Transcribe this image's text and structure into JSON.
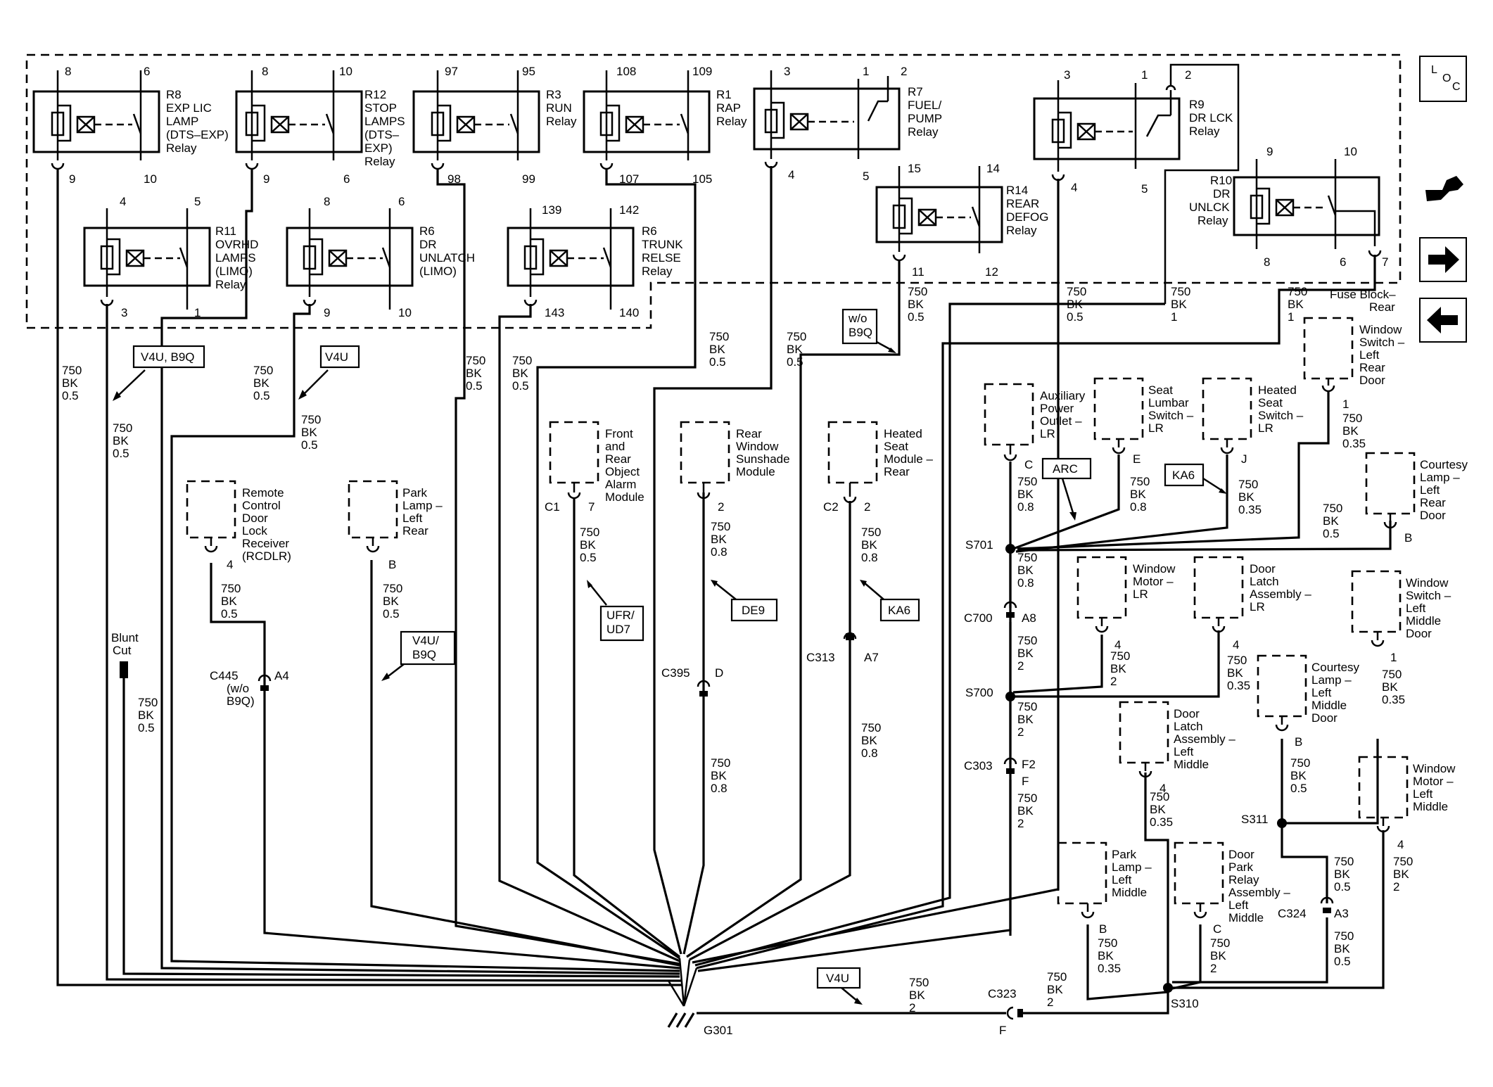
{
  "fuse_block": {
    "label_line1": "Fuse Block–",
    "label_line2": "Rear"
  },
  "ground": "G301",
  "wire_spec": {
    "gauge": "750",
    "color": "BK",
    "sizes": {
      "s035": "0.35",
      "s05": "0.5",
      "s08": "0.8",
      "s1": "1",
      "s2": "2"
    }
  },
  "relays": [
    {
      "id": "r8",
      "name": [
        "R8",
        "EXP LIC",
        "LAMP",
        "(DTS–EXP)",
        "Relay"
      ],
      "pins": [
        "8",
        "6",
        "9",
        "10"
      ]
    },
    {
      "id": "r12",
      "name": [
        "R12",
        "STOP",
        "LAMPS",
        "(DTS–",
        "EXP)",
        "Relay"
      ],
      "pins": [
        "8",
        "10",
        "9",
        "6"
      ]
    },
    {
      "id": "r3",
      "name": [
        "R3",
        "RUN",
        "Relay"
      ],
      "pins": [
        "97",
        "95",
        "98",
        "99"
      ]
    },
    {
      "id": "r1",
      "name": [
        "R1",
        "RAP",
        "Relay"
      ],
      "pins": [
        "108",
        "109",
        "107",
        "105"
      ]
    },
    {
      "id": "r7",
      "name": [
        "R7",
        "FUEL/",
        "PUMP",
        "Relay"
      ],
      "pins": [
        "3",
        "1",
        "2",
        "4",
        "5"
      ]
    },
    {
      "id": "r9",
      "name": [
        "R9",
        "DR LCK",
        "Relay"
      ],
      "pins": [
        "3",
        "1",
        "2",
        "4",
        "5"
      ]
    },
    {
      "id": "r14",
      "name": [
        "R14",
        "REAR",
        "DEFOG",
        "Relay"
      ],
      "pins": [
        "15",
        "14",
        "11",
        "12"
      ]
    },
    {
      "id": "r10",
      "name": [
        "R10",
        "DR",
        "UNLCK",
        "Relay"
      ],
      "pins": [
        "9",
        "10",
        "8",
        "6",
        "7"
      ]
    },
    {
      "id": "r11",
      "name": [
        "R11",
        "OVRHD",
        "LAMPS",
        "(LIMO)",
        "Relay"
      ],
      "pins": [
        "4",
        "5",
        "3",
        "1"
      ]
    },
    {
      "id": "r6a",
      "name": [
        "R6",
        "DR",
        "UNLATCH",
        "(LIMO)"
      ],
      "pins": [
        "8",
        "6",
        "9",
        "10"
      ]
    },
    {
      "id": "r6b",
      "name": [
        "R6",
        "TRUNK",
        "RELSE",
        "Relay"
      ],
      "pins": [
        "139",
        "142",
        "143",
        "140"
      ]
    }
  ],
  "modules": [
    {
      "id": "rcdlr",
      "name": [
        "Remote",
        "Control",
        "Door",
        "Lock",
        "Receiver",
        "(RCDLR)"
      ],
      "pin": "4"
    },
    {
      "id": "park_lr",
      "name": [
        "Park",
        "Lamp –",
        "Left",
        "Rear"
      ],
      "pin": "B"
    },
    {
      "id": "alarm",
      "name": [
        "Front",
        "and",
        "Rear",
        "Object",
        "Alarm",
        "Module"
      ],
      "conn": "C1",
      "pin": "7"
    },
    {
      "id": "sunshade",
      "name": [
        "Rear",
        "Window",
        "Sunshade",
        "Module"
      ],
      "pin": "2"
    },
    {
      "id": "heated_mod",
      "name": [
        "Heated",
        "Seat",
        "Module –",
        "Rear"
      ],
      "conn": "C2",
      "pin": "2"
    },
    {
      "id": "aux",
      "name": [
        "Auxiliary",
        "Power",
        "Outlet –",
        "LR"
      ],
      "pin": "C"
    },
    {
      "id": "lumbar",
      "name": [
        "Seat",
        "Lumbar",
        "Switch –",
        "LR"
      ],
      "pin": "E"
    },
    {
      "id": "heated_sw",
      "name": [
        "Heated",
        "Seat",
        "Switch –",
        "LR"
      ],
      "pin": "J"
    },
    {
      "id": "win_sw_lr",
      "name": [
        "Window",
        "Switch –",
        "Left",
        "Rear",
        "Door"
      ],
      "pin": "1"
    },
    {
      "id": "courtesy_lr",
      "name": [
        "Courtesy",
        "Lamp –",
        "Left",
        "Rear",
        "Door"
      ],
      "pin": "B"
    },
    {
      "id": "win_motor_lr",
      "name": [
        "Window",
        "Motor –",
        "LR"
      ],
      "pin": "4"
    },
    {
      "id": "latch_lr",
      "name": [
        "Door",
        "Latch",
        "Assembly –",
        "LR"
      ],
      "pin": "4"
    },
    {
      "id": "win_sw_lm",
      "name": [
        "Window",
        "Switch –",
        "Left",
        "Middle",
        "Door"
      ],
      "pin": "1"
    },
    {
      "id": "courtesy_lm",
      "name": [
        "Courtesy",
        "Lamp –",
        "Left",
        "Middle",
        "Door"
      ],
      "pin": "B"
    },
    {
      "id": "latch_lm",
      "name": [
        "Door",
        "Latch",
        "Assembly –",
        "Left",
        "Middle"
      ],
      "pin": "4"
    },
    {
      "id": "win_motor_lm",
      "name": [
        "Window",
        "Motor –",
        "Left",
        "Middle"
      ],
      "pin": "4"
    },
    {
      "id": "park_lm",
      "name": [
        "Park",
        "Lamp –",
        "Left",
        "Middle"
      ],
      "pin": "B"
    },
    {
      "id": "park_relay",
      "name": [
        "Door",
        "Park",
        "Relay",
        "Assembly –",
        "Left",
        "Middle"
      ],
      "pin": "C"
    }
  ],
  "connectors": {
    "c445": [
      "C445",
      "(w/o",
      "B9Q)"
    ],
    "c445_pin": "A4",
    "c395": "C395",
    "c395_pin": "D",
    "c313": "C313",
    "c313_pin": "A7",
    "c700": "C700",
    "c700_pin": "A8",
    "c303": "C303",
    "c303_pin1": "F2",
    "c303_pin2": "F",
    "c324": "C324",
    "c324_pin": "A3",
    "c323": "C323",
    "c323_pin": "F"
  },
  "splices": {
    "s701": "S701",
    "s700": "S700",
    "s311": "S311",
    "s310": "S310"
  },
  "options": {
    "v4u_b9q": "V4U, B9Q",
    "v4u": "V4U",
    "v4u_b9q2": [
      "V4U/",
      "B9Q"
    ],
    "ufr": [
      "UFR/",
      "UD7"
    ],
    "de9": "DE9",
    "ka6a": "KA6",
    "ka6b": "KA6",
    "arc": "ARC",
    "wo_b9q": [
      "w/o",
      "B9Q"
    ],
    "v4u_bottom": "V4U"
  },
  "blunt_cut": [
    "Blunt",
    "Cut"
  ],
  "nav": {
    "loc_l": "L",
    "loc_o": "O",
    "loc_c": "C"
  }
}
